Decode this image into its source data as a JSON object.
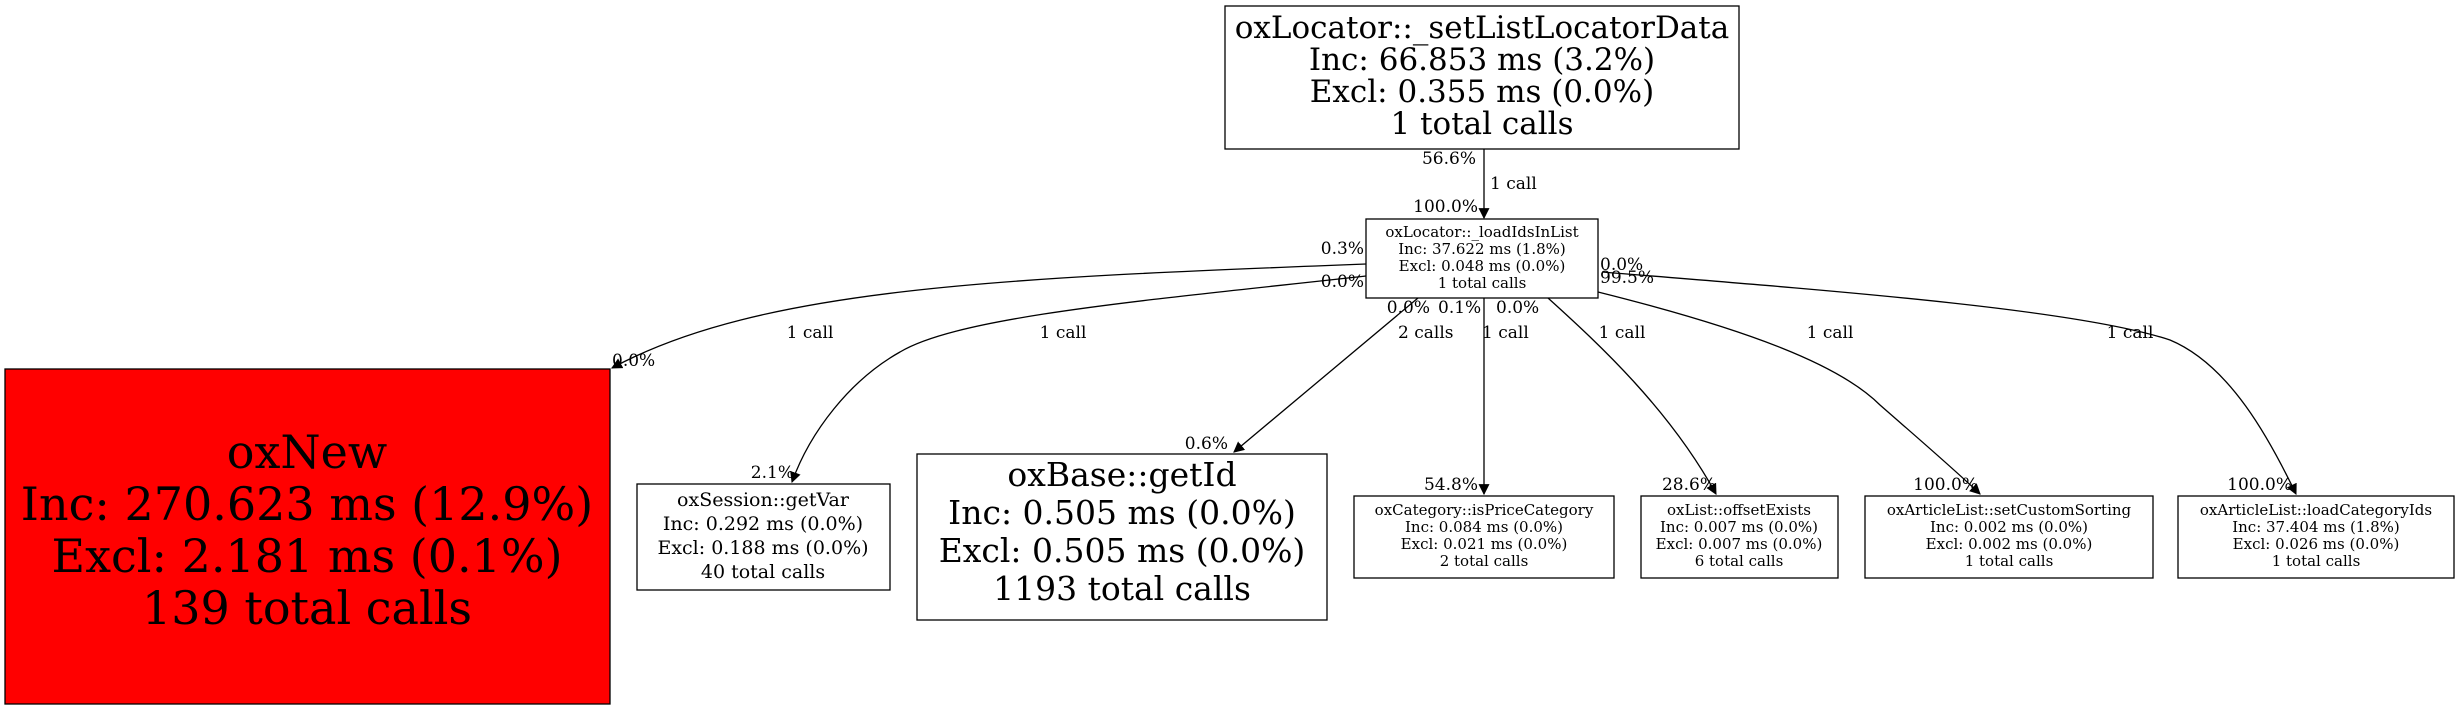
{
  "root": {
    "name": "oxLocator::_setListLocatorData",
    "inc": "Inc: 66.853 ms (3.2%)",
    "excl": "Excl: 0.355 ms (0.0%)",
    "calls": "1 total calls"
  },
  "hub": {
    "name": "oxLocator::_loadIdsInList",
    "inc": "Inc: 37.622 ms (1.8%)",
    "excl": "Excl: 0.048 ms (0.0%)",
    "calls": "1 total calls"
  },
  "root_edge": {
    "tail": "56.6%",
    "calls": "1 call",
    "head": "100.0%"
  },
  "children": [
    {
      "name": "oxNew",
      "inc": "Inc: 270.623 ms (12.9%)",
      "excl": "Excl: 2.181 ms (0.1%)",
      "calls": "139 total calls",
      "fill": "#ff0000",
      "edge": {
        "tail": "0.3%",
        "calls": "1 call",
        "head": "0.0%"
      }
    },
    {
      "name": "oxSession::getVar",
      "inc": "Inc: 0.292 ms (0.0%)",
      "excl": "Excl: 0.188 ms (0.0%)",
      "calls": "40 total calls",
      "fill": "#ffffff",
      "edge": {
        "tail": "0.0%",
        "calls": "1 call",
        "head": "2.1%"
      }
    },
    {
      "name": "oxBase::getId",
      "inc": "Inc: 0.505 ms (0.0%)",
      "excl": "Excl: 0.505 ms (0.0%)",
      "calls": "1193 total calls",
      "fill": "#ffffff",
      "edge": {
        "tail": "0.0%",
        "calls": "2 calls",
        "head": "0.6%"
      }
    },
    {
      "name": "oxCategory::isPriceCategory",
      "inc": "Inc: 0.084 ms (0.0%)",
      "excl": "Excl: 0.021 ms (0.0%)",
      "calls": "2 total calls",
      "fill": "#ffffff",
      "edge": {
        "tail": "0.1%",
        "calls": "1 call",
        "head": "54.8%"
      }
    },
    {
      "name": "oxList::offsetExists",
      "inc": "Inc: 0.007 ms (0.0%)",
      "excl": "Excl: 0.007 ms (0.0%)",
      "calls": "6 total calls",
      "fill": "#ffffff",
      "edge": {
        "tail": "0.0%",
        "calls": "1 call",
        "head": "28.6%"
      }
    },
    {
      "name": "oxArticleList::setCustomSorting",
      "inc": "Inc: 0.002 ms (0.0%)",
      "excl": "Excl: 0.002 ms (0.0%)",
      "calls": "1 total calls",
      "fill": "#ffffff",
      "edge": {
        "tail": "0.0%",
        "calls": "1 call",
        "head": "100.0%"
      }
    },
    {
      "name": "oxArticleList::loadCategoryIds",
      "inc": "Inc: 37.404 ms (1.8%)",
      "excl": "Excl: 0.026 ms (0.0%)",
      "calls": "1 total calls",
      "fill": "#ffffff",
      "edge": {
        "tail": "99.5%",
        "calls": "1 call",
        "head": "100.0%"
      }
    }
  ]
}
